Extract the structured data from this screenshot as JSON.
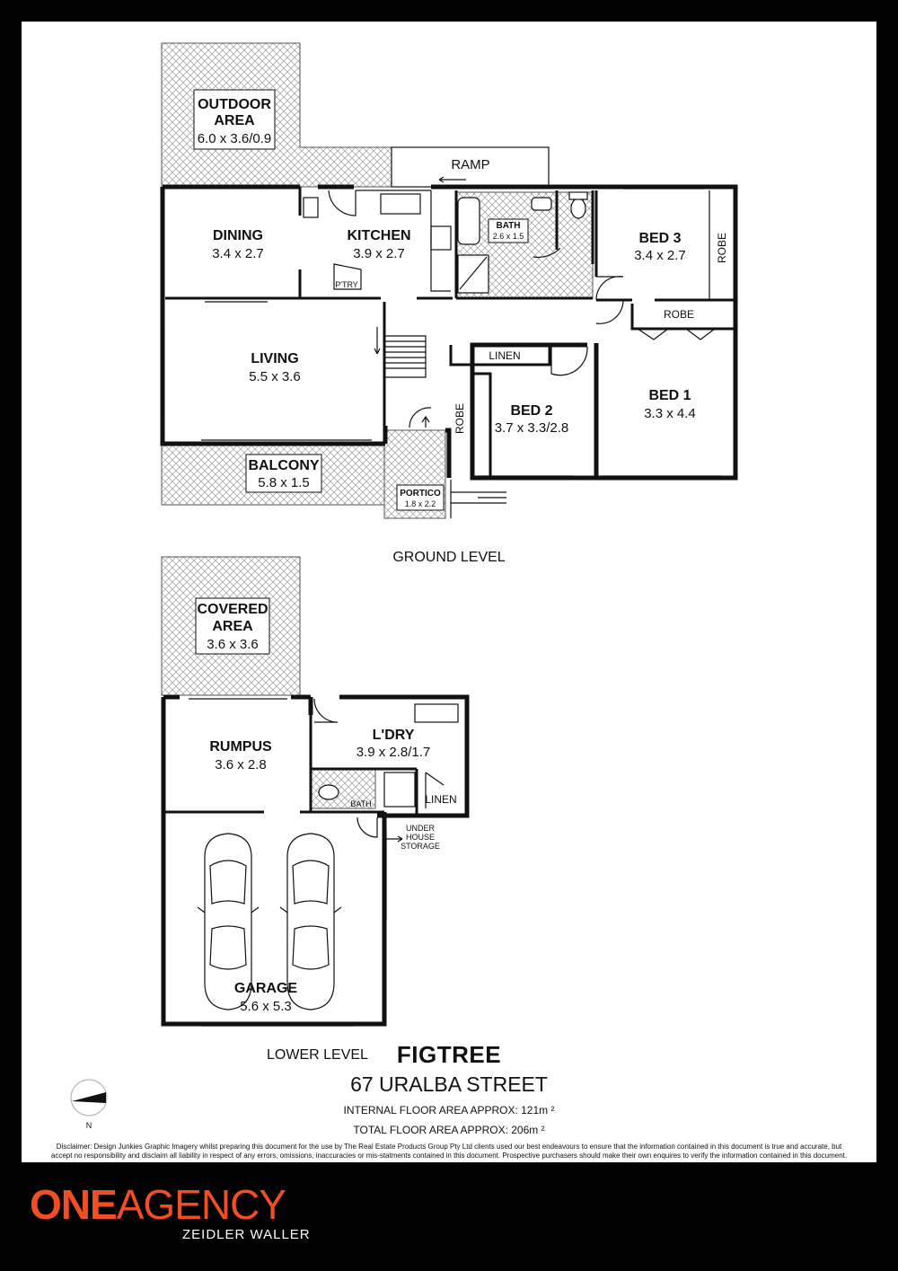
{
  "ground_level": {
    "label": "GROUND LEVEL",
    "rooms": [
      {
        "name": "OUTDOOR AREA",
        "line1": "OUTDOOR",
        "line2": "AREA",
        "dims": "6.0 x 3.6/0.9"
      },
      {
        "name": "RAMP"
      },
      {
        "name": "DINING",
        "dims": "3.4 x 2.7"
      },
      {
        "name": "KITCHEN",
        "dims": "3.9 x 2.7"
      },
      {
        "name": "P'TRY"
      },
      {
        "name": "BATH",
        "dims": "2.6 x 1.5"
      },
      {
        "name": "BED 3",
        "dims": "3.4 x 2.7"
      },
      {
        "name": "ROBE"
      },
      {
        "name": "LIVING",
        "dims": "5.5 x 3.6"
      },
      {
        "name": "LINEN"
      },
      {
        "name": "ROBE"
      },
      {
        "name": "BED 1",
        "dims": "3.3 x 4.4"
      },
      {
        "name": "ROBE"
      },
      {
        "name": "BED 2",
        "dims": "3.7 x 3.3/2.8"
      },
      {
        "name": "BALCONY",
        "dims": "5.8 x 1.5"
      },
      {
        "name": "PORTICO",
        "dims": "1.8 x 2.2"
      }
    ]
  },
  "lower_level": {
    "label": "LOWER LEVEL",
    "rooms": [
      {
        "name": "COVERED AREA",
        "line1": "COVERED",
        "line2": "AREA",
        "dims": "3.6 x 3.6"
      },
      {
        "name": "RUMPUS",
        "dims": "3.6 x 2.8"
      },
      {
        "name": "L'DRY",
        "dims": "3.9 x 2.8/1.7"
      },
      {
        "name": "BATH"
      },
      {
        "name": "LINEN"
      },
      {
        "name": "UNDER HOUSE STORAGE",
        "line1": "UNDER",
        "line2": "HOUSE",
        "line3": "STORAGE"
      },
      {
        "name": "GARAGE",
        "dims": "5.6 x 5.3"
      }
    ]
  },
  "property": {
    "suburb": "FIGTREE",
    "street": "67 URALBA STREET",
    "internal_area": "INTERNAL FLOOR AREA APPROX: 121m ²",
    "total_area": "TOTAL FLOOR AREA APPROX: 206m ²"
  },
  "compass_label": "N",
  "disclaimer": "Disclaimer: Design Junkies Graphic Imagery whilst preparing this document for the use by The Real Estate Products Group Pty Ltd clients used our best endeavours to ensure that the information contained in this document is true and accurate, but accept no responsibility and disclaim all liability in respect of any errors, omissions, inaccuracies or mis-statments contained in this document. Prospective purchasers should make their own enquires to verify the information contained in this document.",
  "agency": {
    "brand_part1": "ONE",
    "brand_part2": "AGENCY",
    "office": "ZEIDLER WALLER",
    "brand_color": "#f04e23"
  }
}
